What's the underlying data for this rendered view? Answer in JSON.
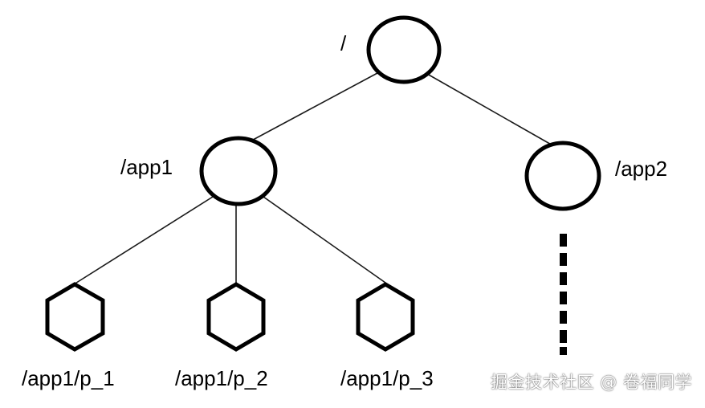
{
  "diagram": {
    "nodes": {
      "root": {
        "label": "/",
        "shape": "circle"
      },
      "app1": {
        "label": "/app1",
        "shape": "circle"
      },
      "app2": {
        "label": "/app2",
        "shape": "circle"
      },
      "p1": {
        "label": "/app1/p_1",
        "shape": "hexagon"
      },
      "p2": {
        "label": "/app1/p_2",
        "shape": "hexagon"
      },
      "p3": {
        "label": "/app1/p_3",
        "shape": "hexagon"
      }
    },
    "edges": [
      {
        "from": "/",
        "to": "/app1"
      },
      {
        "from": "/",
        "to": "/app2"
      },
      {
        "from": "/app1",
        "to": "/app1/p_1"
      },
      {
        "from": "/app1",
        "to": "/app1/p_2"
      },
      {
        "from": "/app1",
        "to": "/app1/p_3"
      }
    ],
    "colors": {
      "stroke": "#000000",
      "background": "#ffffff"
    }
  },
  "watermark": {
    "text": "掘金技术社区 @ 卷福同学"
  }
}
